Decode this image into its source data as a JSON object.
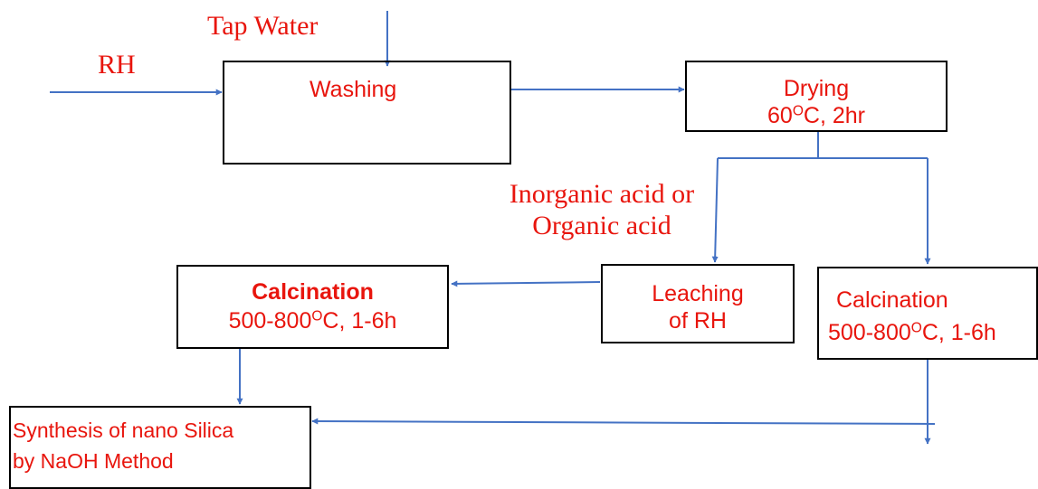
{
  "colors": {
    "text": "#e8150d",
    "arrow": "#4472c4",
    "box_border": "#000000"
  },
  "inputs": {
    "rh": "RH",
    "tap_water": "Tap Water",
    "acid_line1": "Inorganic acid or",
    "acid_line2": "Organic acid"
  },
  "boxes": {
    "washing": {
      "label": "Washing"
    },
    "drying": {
      "title": "Drying",
      "temp_value": "60",
      "temp_unit": "O",
      "temp_rest": "C, 2hr"
    },
    "leaching": {
      "line1": "Leaching",
      "line2": "of RH"
    },
    "calcination_left": {
      "title": "Calcination",
      "temp_value": "500-800",
      "temp_unit": "O",
      "temp_rest": "C, 1-6h"
    },
    "calcination_right": {
      "title": "Calcination",
      "temp_value": "500-800",
      "temp_unit": "O",
      "temp_rest": "C, 1-6h"
    },
    "synthesis": {
      "line1": "Synthesis of nano Silica",
      "line2": "by NaOH Method"
    }
  }
}
